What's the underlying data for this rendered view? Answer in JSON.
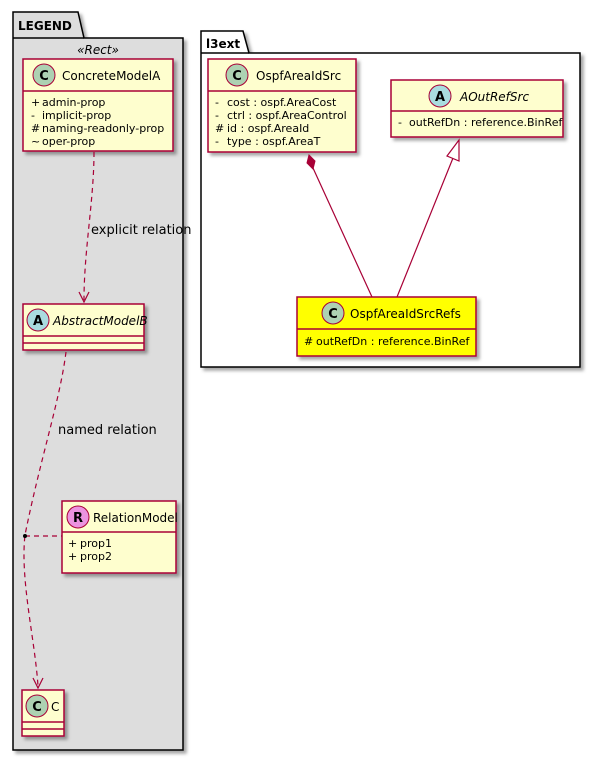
{
  "colors": {
    "border": "#A80036",
    "class_fill": "#FEFECE",
    "highlight_fill": "#FFFF00",
    "legend_fill": "#DDDDDD",
    "circle_class": "#ADD1B2",
    "circle_abstract": "#A9DCDF",
    "circle_relation": "#EB93DF"
  },
  "legend": {
    "title": "LEGEND",
    "stereotype": "«Rect»",
    "concrete": {
      "letter": "C",
      "name": "ConcreteModelA",
      "attrs": [
        {
          "vis": "+",
          "text": "admin-prop"
        },
        {
          "vis": "-",
          "text": "implicit-prop"
        },
        {
          "vis": "#",
          "text": "naming-readonly-prop"
        },
        {
          "vis": "~",
          "text": "oper-prop"
        }
      ]
    },
    "explicit_label": "explicit relation",
    "abstract": {
      "letter": "A",
      "name": "AbstractModelB"
    },
    "named_label": "named relation",
    "relation": {
      "letter": "R",
      "name": "RelationModel",
      "attrs": [
        {
          "vis": "+",
          "text": "prop1"
        },
        {
          "vis": "+",
          "text": "prop2"
        }
      ]
    },
    "c_class": {
      "letter": "C",
      "name": "C"
    }
  },
  "l3ext": {
    "title": "l3ext",
    "src": {
      "letter": "C",
      "name": "OspfAreaIdSrc",
      "attrs": [
        {
          "vis": "-",
          "text": "cost : ospf.AreaCost"
        },
        {
          "vis": "-",
          "text": "ctrl : ospf.AreaControl"
        },
        {
          "vis": "#",
          "text": "id : ospf.AreaId"
        },
        {
          "vis": "-",
          "text": "type : ospf.AreaT"
        }
      ]
    },
    "aout": {
      "letter": "A",
      "name": "AOutRefSrc",
      "attrs": [
        {
          "vis": "-",
          "text": "outRefDn : reference.BinRef"
        }
      ]
    },
    "refs": {
      "letter": "C",
      "name": "OspfAreaIdSrcRefs",
      "attrs": [
        {
          "vis": "#",
          "text": "outRefDn : reference.BinRef"
        }
      ]
    }
  }
}
